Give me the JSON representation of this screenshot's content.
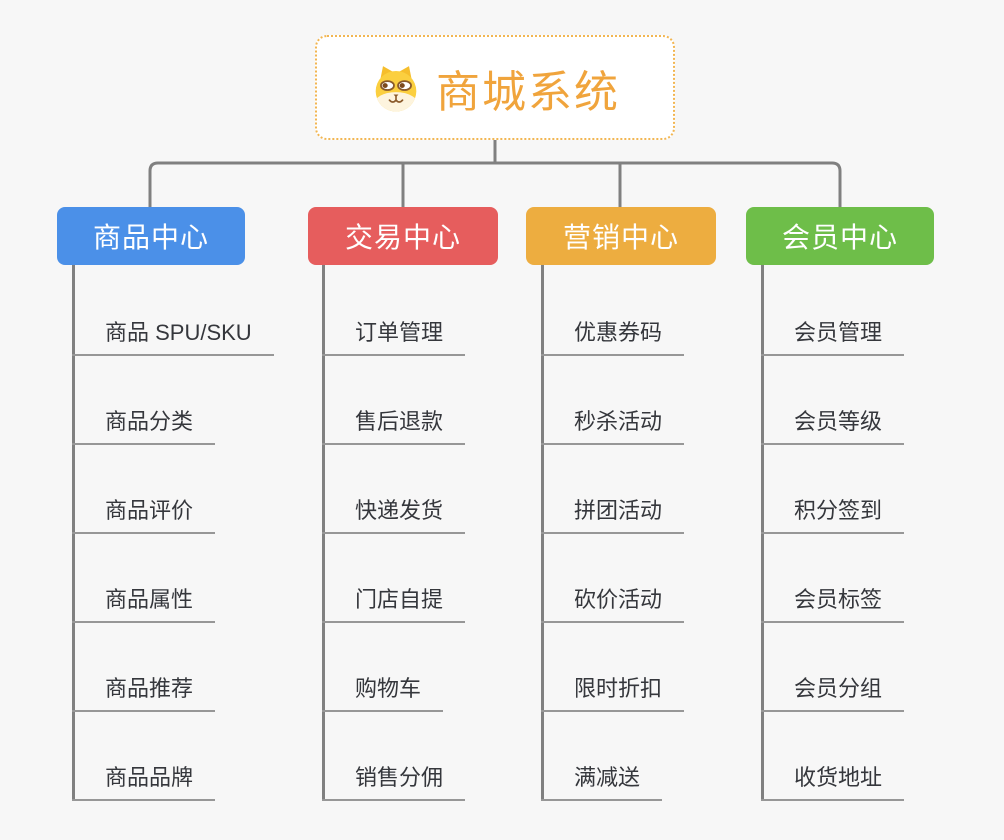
{
  "colors": {
    "page-bg": "#f7f7f7",
    "root-border": "#f2b652",
    "root-title": "#f0a43c",
    "connector-line": "#808080",
    "underline": "#979797",
    "leaf-text": "#35373c"
  },
  "root": {
    "title": "商城系统",
    "icon": "dog-face-icon"
  },
  "branches": [
    {
      "label": "商品中心",
      "color": "#4b90e8",
      "items": [
        "商品 SPU/SKU",
        "商品分类",
        "商品评价",
        "商品属性",
        "商品推荐",
        "商品品牌"
      ]
    },
    {
      "label": "交易中心",
      "color": "#e65d5d",
      "items": [
        "订单管理",
        "售后退款",
        "快递发货",
        "门店自提",
        "购物车",
        "销售分佣"
      ]
    },
    {
      "label": "营销中心",
      "color": "#edad40",
      "items": [
        "优惠券码",
        "秒杀活动",
        "拼团活动",
        "砍价活动",
        "限时折扣",
        "满减送"
      ]
    },
    {
      "label": "会员中心",
      "color": "#6ebe49",
      "items": [
        "会员管理",
        "会员等级",
        "积分签到",
        "会员标签",
        "会员分组",
        "收货地址"
      ]
    }
  ]
}
